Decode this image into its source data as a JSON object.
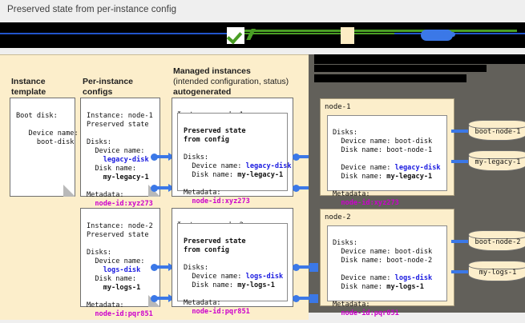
{
  "caption": "Preserved state from per-instance config",
  "colors": {
    "cream": "#fceecb",
    "grey_panel": "#62605a",
    "accent_blue": "#3b78e7",
    "value_blue": "#1a1ae0",
    "value_magenta": "#cc00cc",
    "check_green": "#57a63a"
  },
  "legend": {
    "redacted": true,
    "items": [
      {
        "icon": "green-check-icon",
        "label": ""
      },
      {
        "icon": "cream-swatch-icon",
        "label": ""
      },
      {
        "icon": "blue-blob-icon",
        "label": ""
      }
    ]
  },
  "columns": {
    "instance_template": {
      "line1": "Instance",
      "line2": "template"
    },
    "per_instance_configs": {
      "line1": "Per-instance",
      "line2": "configs"
    },
    "managed_instances": {
      "line1": "Managed instances",
      "line2": "(intended configuration, status)",
      "line3": "autogenerated"
    }
  },
  "grey_panel_header": {
    "redacted": true,
    "line1": "",
    "line2": ""
  },
  "instance_template_card": {
    "title": "Boot disk:",
    "device_name_label": "Device name:",
    "device_name_value": "boot-disk"
  },
  "rows": [
    {
      "node": "node-1",
      "per_instance_config": {
        "instance_line": "Instance: node-1",
        "preserved_state_line": "Preserved state",
        "disks_label": "Disks:",
        "device_name_label": "Device name:",
        "device_name_value": "legacy-disk",
        "disk_name_label": "Disk name:",
        "disk_name_value": "my-legacy-1",
        "metadata_label": "Metadata:",
        "metadata_value": "node-id:xyz273"
      },
      "managed_instance": {
        "instance_line": "Instance: node-1",
        "preserved_title_line1": "Preserved state",
        "preserved_title_line2": "from config",
        "disks_label": "Disks:",
        "device_name_label": "Device name:",
        "device_name_value": "legacy-disk",
        "disk_name_label": "Disk name:",
        "disk_name_value": "my-legacy-1",
        "metadata_label": "Metadata:",
        "metadata_value": "node-id:xyz273"
      },
      "vm": {
        "name": "node-1",
        "disks_label": "Disks:",
        "boot_device_name": "Device name: boot-disk",
        "boot_disk_name": "Disk name: boot-node-1",
        "extra_device_name_label": "Device name:",
        "extra_device_name_value": "legacy-disk",
        "extra_disk_name_label": "Disk name:",
        "extra_disk_name_value": "my-legacy-1",
        "metadata_label": "Metadata:",
        "metadata_value": "node-id:xyz273"
      },
      "disks": [
        "boot-node-1",
        "my-legacy-1"
      ]
    },
    {
      "node": "node-2",
      "per_instance_config": {
        "instance_line": "Instance: node-2",
        "preserved_state_line": "Preserved state",
        "disks_label": "Disks:",
        "device_name_label": "Device name:",
        "device_name_value": "logs-disk",
        "disk_name_label": "Disk name:",
        "disk_name_value": "my-logs-1",
        "metadata_label": "Metadata:",
        "metadata_value": "node-id:pqr851"
      },
      "managed_instance": {
        "instance_line": "Instance: node-2",
        "preserved_title_line1": "Preserved state",
        "preserved_title_line2": "from config",
        "disks_label": "Disks:",
        "device_name_label": "Device name:",
        "device_name_value": "logs-disk",
        "disk_name_label": "Disk name:",
        "disk_name_value": "my-logs-1",
        "metadata_label": "Metadata:",
        "metadata_value": "node-id:pqr851"
      },
      "vm": {
        "name": "node-2",
        "disks_label": "Disks:",
        "boot_device_name": "Device name: boot-disk",
        "boot_disk_name": "Disk name: boot-node-2",
        "extra_device_name_label": "Device name:",
        "extra_device_name_value": "logs-disk",
        "extra_disk_name_label": "Disk name:",
        "extra_disk_name_value": "my-logs-1",
        "metadata_label": "Metadata:",
        "metadata_value": "node-id:pqr851"
      },
      "disks": [
        "boot-node-2",
        "my-logs-1"
      ]
    }
  ]
}
